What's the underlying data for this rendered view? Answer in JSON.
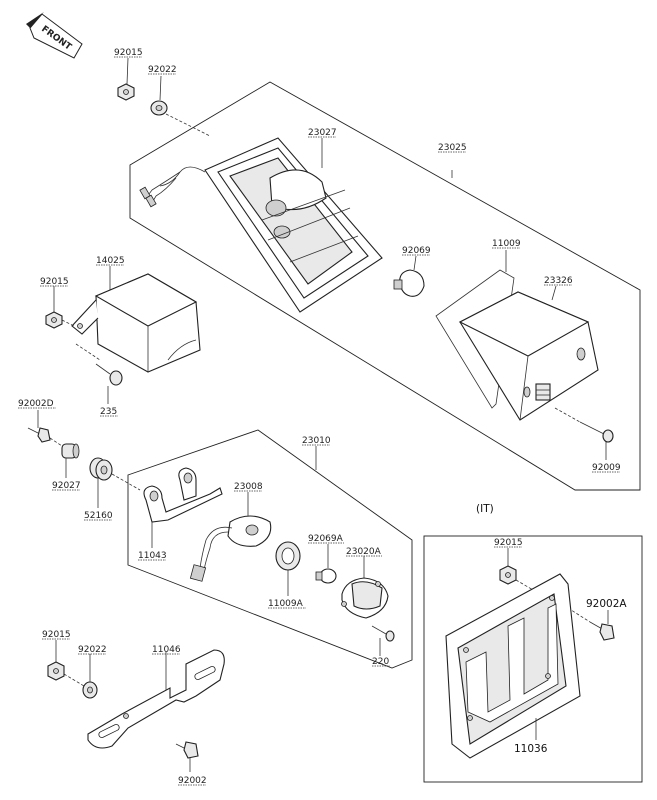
{
  "front_marker": "FRONT",
  "it_label": "(IT)",
  "parts": {
    "p92015_a": "92015",
    "p92022_a": "92022",
    "p23027": "23027",
    "p23025": "23025",
    "p92069": "92069",
    "p11009": "11009",
    "p23326": "23326",
    "p14025": "14025",
    "p92015_b": "92015",
    "p235": "235",
    "p92002d": "92002D",
    "p92027": "92027",
    "p52160": "52160",
    "p23010": "23010",
    "p23008": "23008",
    "p11043": "11043",
    "p92069a": "92069A",
    "p23020a": "23020A",
    "p11009a": "11009A",
    "p220": "220",
    "p92009": "92009",
    "p92015_c": "92015",
    "p92022_b": "92022",
    "p11046": "11046",
    "p92002": "92002",
    "p92015_it": "92015",
    "p92002a": "92002A",
    "p11036": "11036"
  }
}
